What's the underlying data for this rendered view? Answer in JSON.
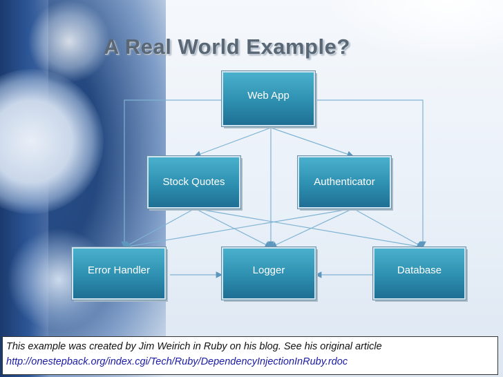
{
  "slide": {
    "title": "A Real World Example?"
  },
  "nodes": {
    "web_app": "Web App",
    "stock_quotes": "Stock Quotes",
    "authenticator": "Authenticator",
    "error_handler": "Error Handler",
    "logger": "Logger",
    "database": "Database"
  },
  "caption": {
    "text": "This example was created by Jim Weirich in Ruby on his blog. See his original article",
    "link": "http://onestepback.org/index.cgi/Tech/Ruby/DependencyInjectionInRuby.rdoc"
  },
  "colors": {
    "box_fill": "#2e8fb0",
    "connector": "#6aaed0",
    "title": "#5a6775",
    "link": "#1a1aa6"
  }
}
